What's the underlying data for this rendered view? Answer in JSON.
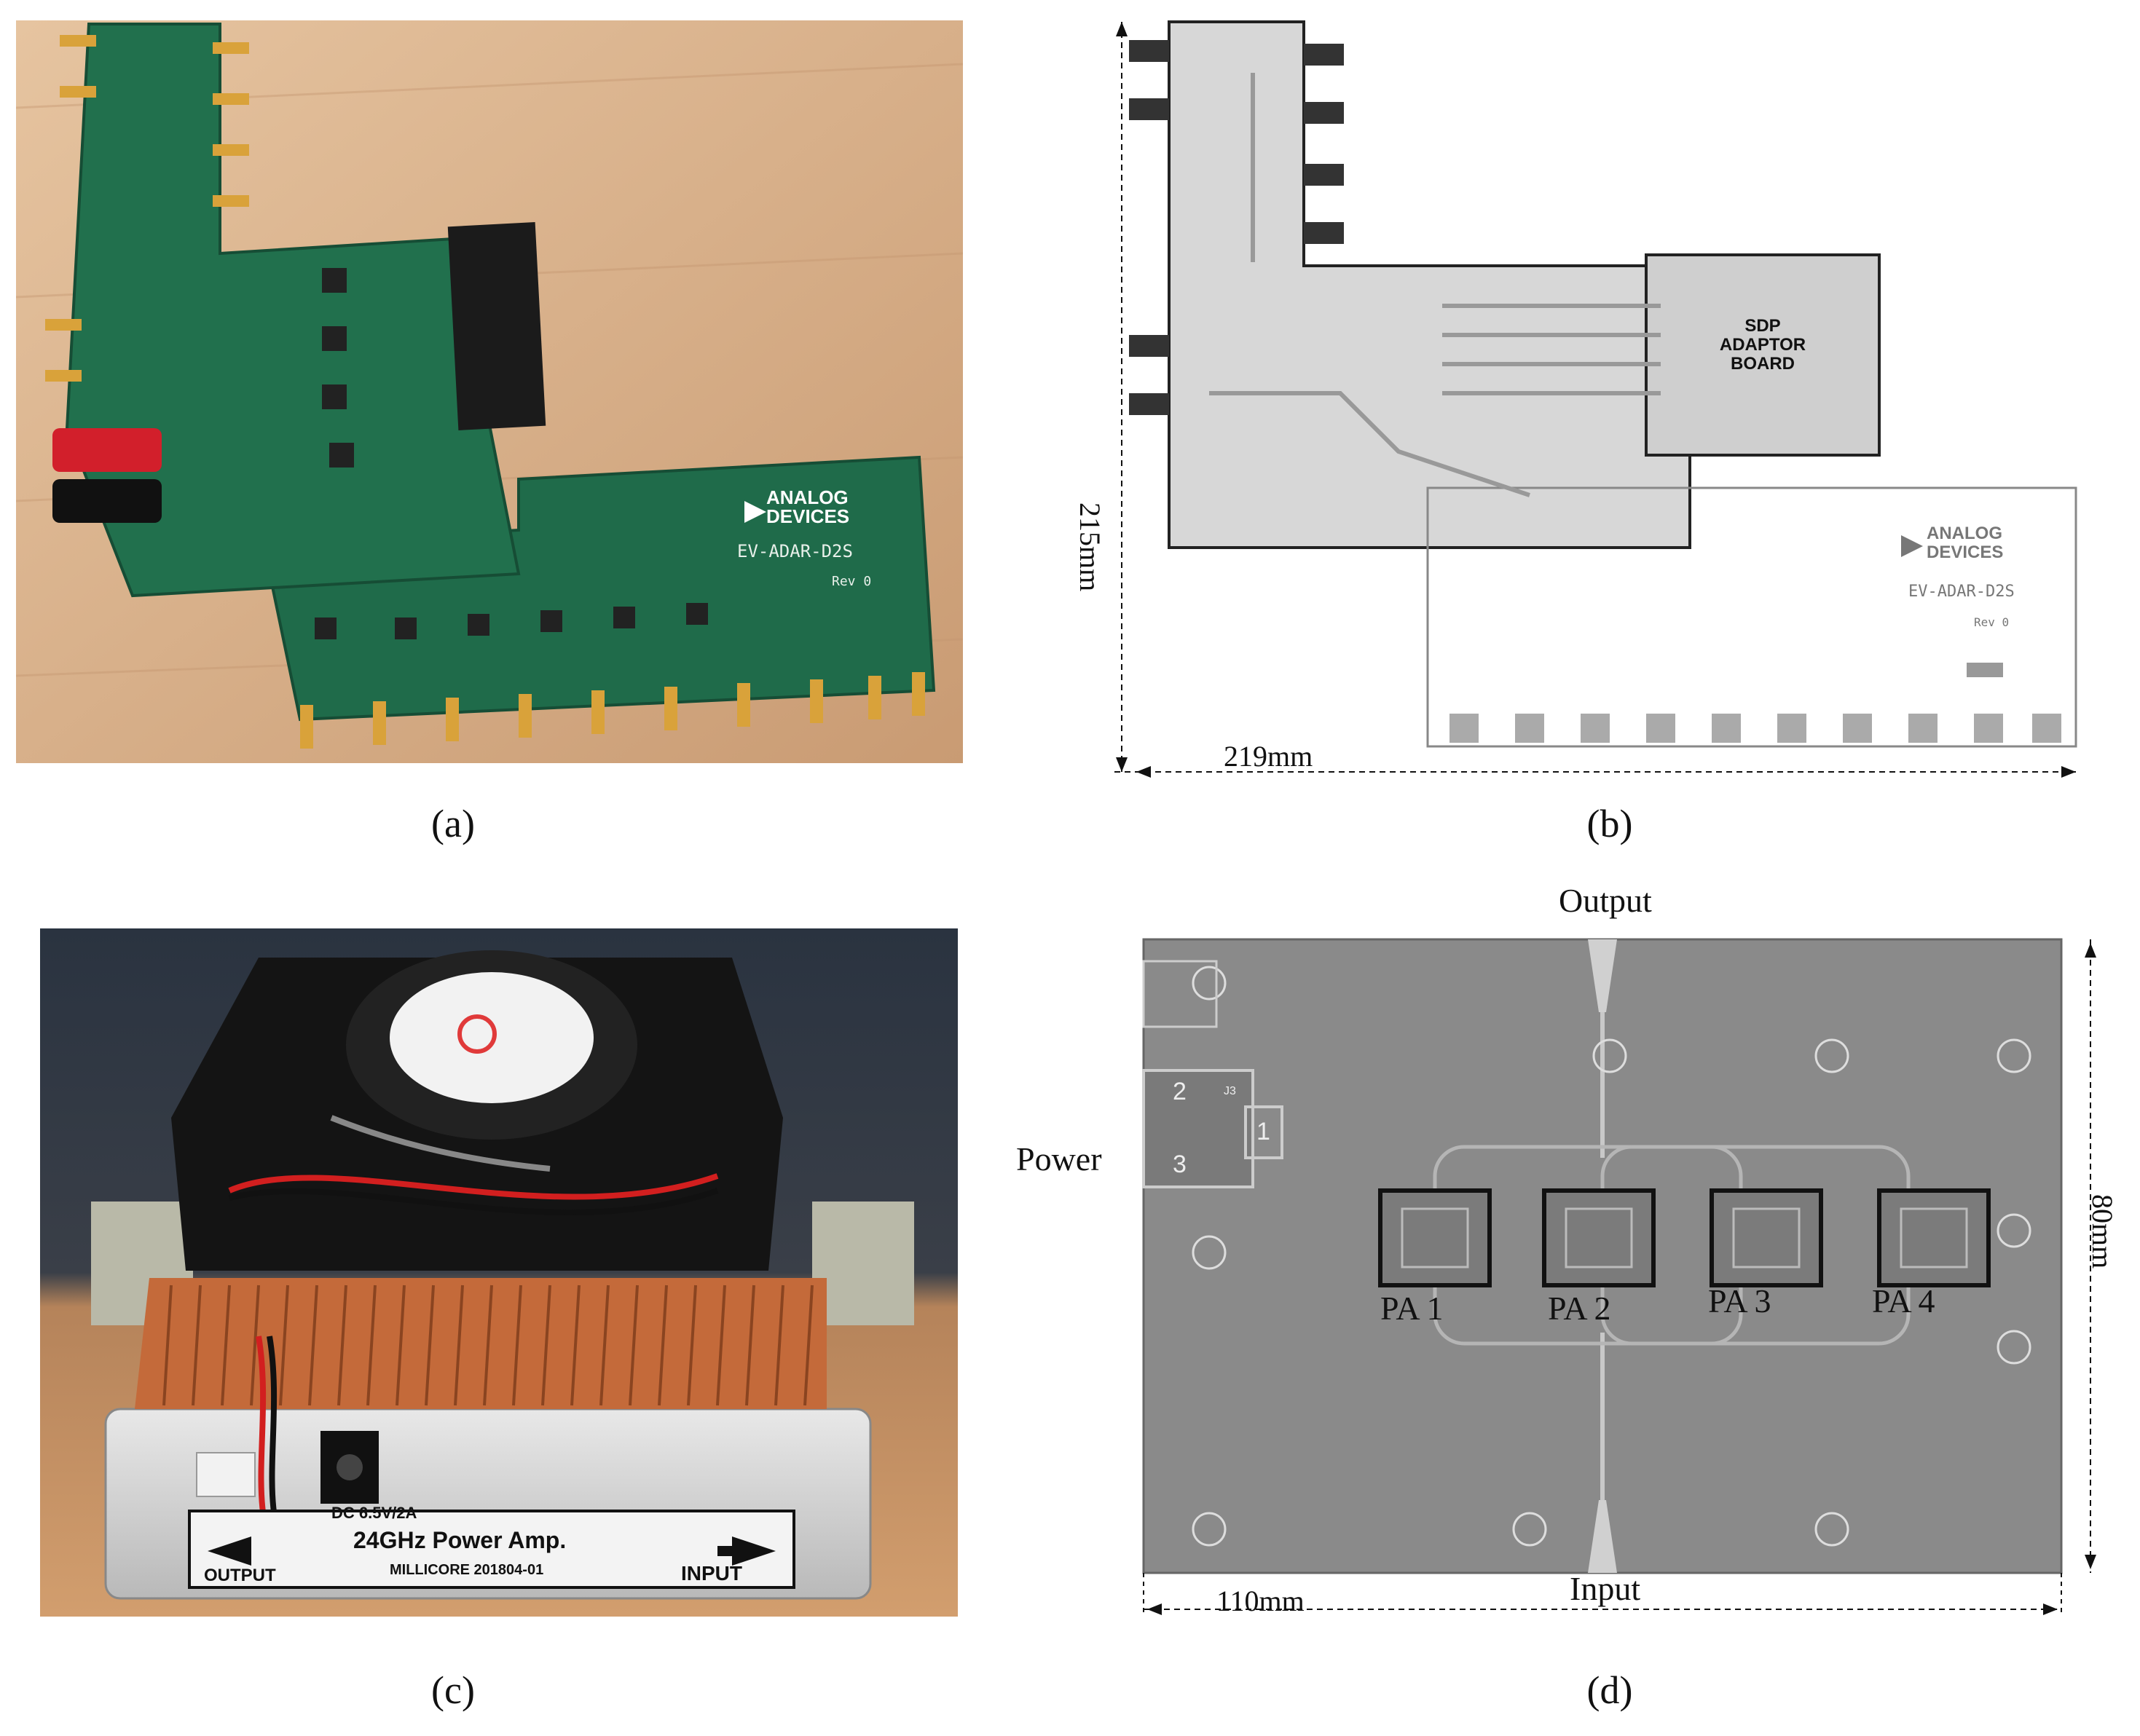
{
  "figure": {
    "captions": {
      "a": "(a)",
      "b": "(b)",
      "c": "(c)",
      "d": "(d)"
    }
  },
  "panel_a": {
    "board_logo": "ANALOG DEVICES",
    "board_name": "EV-ADAR-D2S",
    "board_rev": "Rev 0"
  },
  "panel_b": {
    "height_dim": "215mm",
    "width_dim": "219mm",
    "sdp_label_line1": "SDP",
    "sdp_label_line2": "ADAPTOR",
    "sdp_label_line3": "BOARD",
    "logo": "ANALOG DEVICES",
    "board_name": "EV-ADAR-D2S",
    "board_rev": "Rev 0"
  },
  "panel_c": {
    "label_dc": "DC 6.5V/2A",
    "label_output": "OUTPUT",
    "label_title": "24GHz Power Amp.",
    "label_input": "INPUT",
    "label_model": "MILLICORE 201804-01"
  },
  "panel_d": {
    "output_label": "Output",
    "input_label": "Input",
    "power_label": "Power",
    "width_dim": "110mm",
    "height_dim": "80mm",
    "pa_labels": [
      "PA 1",
      "PA 2",
      "PA 3",
      "PA 4"
    ],
    "connector_label": "J3",
    "pin_2": "2",
    "pin_3": "3",
    "pin_1": "1"
  },
  "colors": {
    "pcb_green": "#1f6b4a",
    "table_wood": "#d9b48f",
    "gold": "#d9a23a",
    "pcb_gray": "#8a8a8a",
    "copper": "#c46a3a",
    "aluminum": "#d6d6d6"
  }
}
